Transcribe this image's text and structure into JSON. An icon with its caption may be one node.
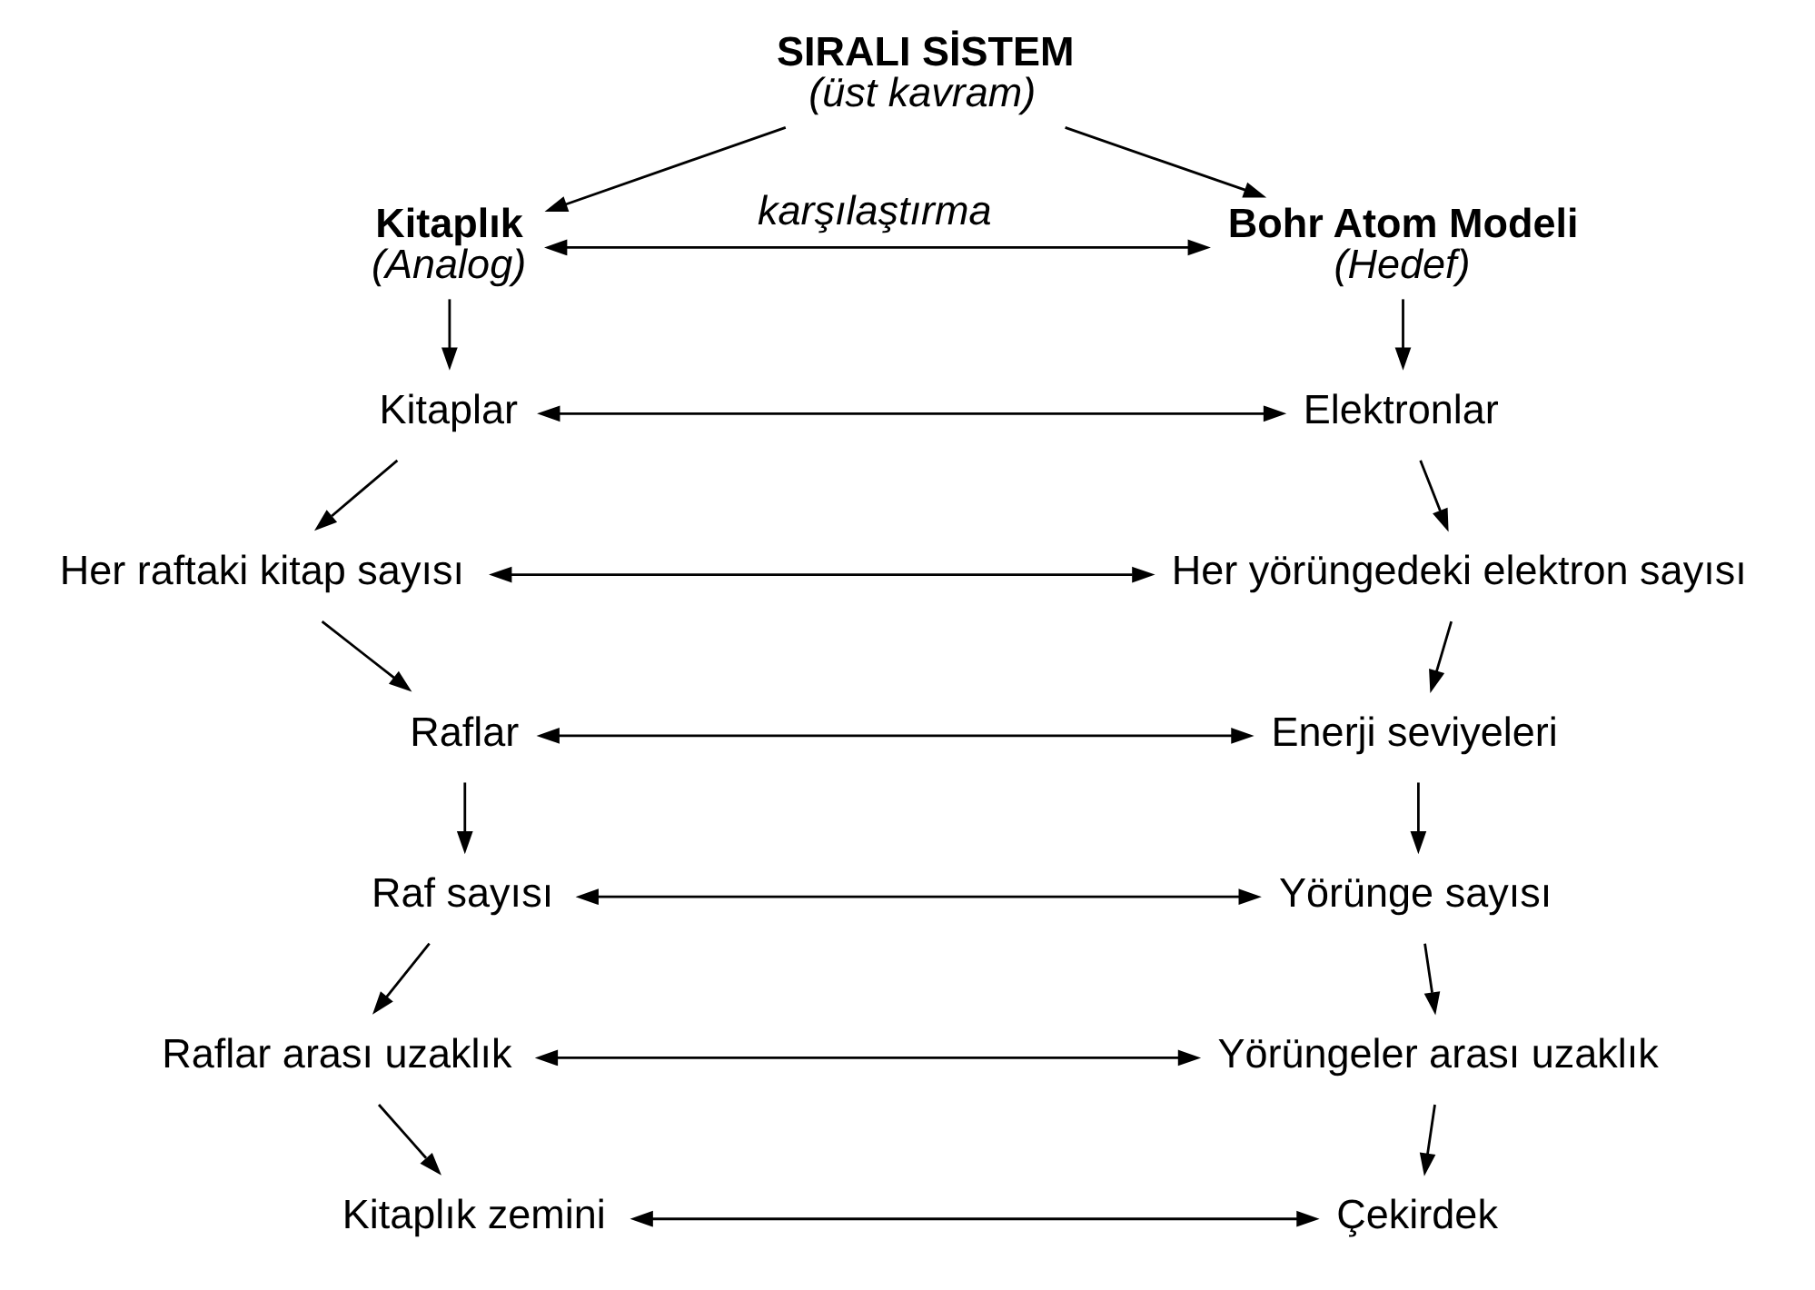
{
  "diagram": {
    "nodes": [
      {
        "text": [
          "SIRALI SİSTEM",
          "(üst kavram)"
        ]
      },
      {
        "text": [
          "Kitaplık",
          "(Analog)"
        ]
      },
      {
        "text": [
          "Bohr Atom Modeli",
          "(Hedef)"
        ]
      },
      {
        "text": [
          "Kitaplar"
        ]
      },
      {
        "text": [
          "Elektronlar"
        ]
      },
      {
        "text": [
          "Her raftaki kitap sayısı"
        ]
      },
      {
        "text": [
          "Her yörüngedeki elektron sayısı"
        ]
      },
      {
        "text": [
          "Raflar"
        ]
      },
      {
        "text": [
          "Enerji seviyeleri"
        ]
      },
      {
        "text": [
          "Raf sayısı"
        ]
      },
      {
        "text": [
          "Yörünge sayısı"
        ]
      },
      {
        "text": [
          "Raflar arası uzaklık"
        ]
      },
      {
        "text": [
          "Yörüngeler arası uzaklık"
        ]
      },
      {
        "text": [
          "Kitaplık zemini"
        ]
      },
      {
        "text": [
          "Çekirdek"
        ]
      }
    ],
    "edges": [
      {
        "from": 0,
        "to": 1,
        "arrow": "to"
      },
      {
        "from": 0,
        "to": 2,
        "arrow": "to"
      },
      {
        "from": 1,
        "to": 2,
        "arrow": "both",
        "label": "karşılaştırma"
      },
      {
        "from": 1,
        "to": 3,
        "arrow": "to"
      },
      {
        "from": 2,
        "to": 4,
        "arrow": "to"
      },
      {
        "from": 3,
        "to": 4,
        "arrow": "both"
      },
      {
        "from": 3,
        "to": 5,
        "arrow": "to"
      },
      {
        "from": 4,
        "to": 6,
        "arrow": "to"
      },
      {
        "from": 5,
        "to": 6,
        "arrow": "both"
      },
      {
        "from": 5,
        "to": 7,
        "arrow": "to"
      },
      {
        "from": 6,
        "to": 8,
        "arrow": "to"
      },
      {
        "from": 7,
        "to": 8,
        "arrow": "both"
      },
      {
        "from": 7,
        "to": 9,
        "arrow": "to"
      },
      {
        "from": 8,
        "to": 10,
        "arrow": "to"
      },
      {
        "from": 9,
        "to": 10,
        "arrow": "both"
      },
      {
        "from": 9,
        "to": 11,
        "arrow": "to"
      },
      {
        "from": 10,
        "to": 12,
        "arrow": "to"
      },
      {
        "from": 11,
        "to": 12,
        "arrow": "both"
      },
      {
        "from": 11,
        "to": 13,
        "arrow": "to"
      },
      {
        "from": 12,
        "to": 14,
        "arrow": "to"
      },
      {
        "from": 13,
        "to": 14,
        "arrow": "both"
      }
    ]
  }
}
